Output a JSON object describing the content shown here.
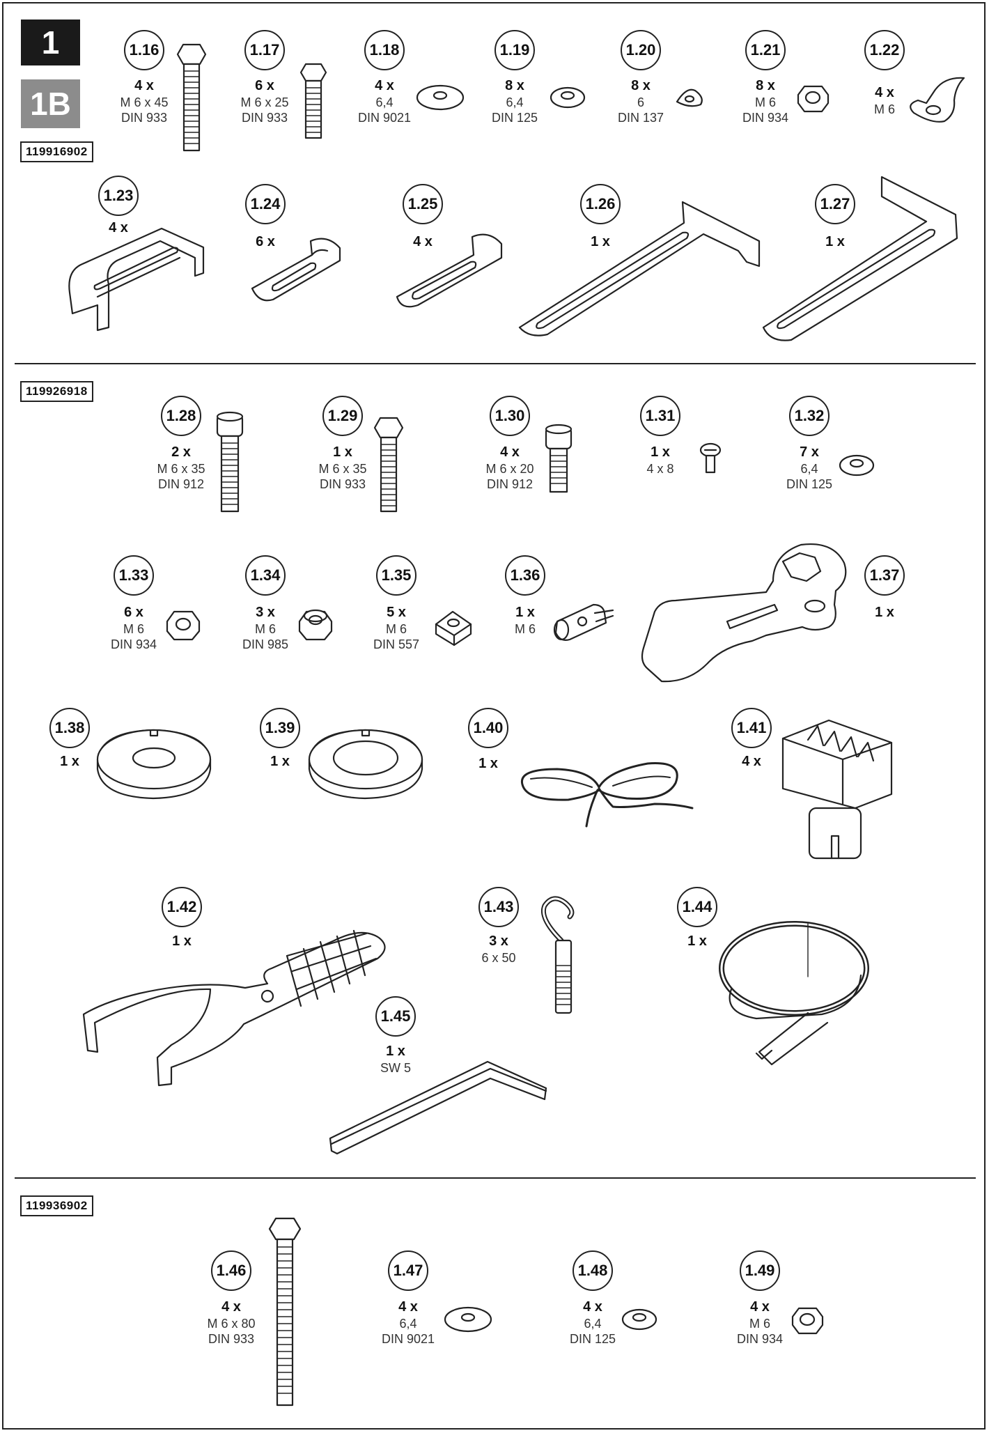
{
  "sheet_labels": {
    "primary": "1",
    "secondary": "1B"
  },
  "sections": [
    {
      "part_number": "119916902"
    },
    {
      "part_number": "119926918"
    },
    {
      "part_number": "119936902"
    }
  ],
  "parts": [
    {
      "id": "1.16",
      "qty": "4 x",
      "spec": [
        "M 6 x 45",
        "DIN 933"
      ]
    },
    {
      "id": "1.17",
      "qty": "6 x",
      "spec": [
        "M 6 x 25",
        "DIN 933"
      ]
    },
    {
      "id": "1.18",
      "qty": "4 x",
      "spec": [
        "6,4",
        "DIN 9021"
      ]
    },
    {
      "id": "1.19",
      "qty": "8 x",
      "spec": [
        "6,4",
        "DIN 125"
      ]
    },
    {
      "id": "1.20",
      "qty": "8 x",
      "spec": [
        "6",
        "DIN 137"
      ]
    },
    {
      "id": "1.21",
      "qty": "8 x",
      "spec": [
        "M 6",
        "DIN 934"
      ]
    },
    {
      "id": "1.22",
      "qty": "4 x",
      "spec": [
        "M 6"
      ]
    },
    {
      "id": "1.23",
      "qty": "4 x",
      "spec": []
    },
    {
      "id": "1.24",
      "qty": "6 x",
      "spec": []
    },
    {
      "id": "1.25",
      "qty": "4 x",
      "spec": []
    },
    {
      "id": "1.26",
      "qty": "1 x",
      "spec": []
    },
    {
      "id": "1.27",
      "qty": "1 x",
      "spec": []
    },
    {
      "id": "1.28",
      "qty": "2 x",
      "spec": [
        "M 6 x 35",
        "DIN 912"
      ]
    },
    {
      "id": "1.29",
      "qty": "1 x",
      "spec": [
        "M 6 x 35",
        "DIN 933"
      ]
    },
    {
      "id": "1.30",
      "qty": "4 x",
      "spec": [
        "M 6 x 20",
        "DIN 912"
      ]
    },
    {
      "id": "1.31",
      "qty": "1 x",
      "spec": [
        "4 x 8"
      ]
    },
    {
      "id": "1.32",
      "qty": "7 x",
      "spec": [
        "6,4",
        "DIN 125"
      ]
    },
    {
      "id": "1.33",
      "qty": "6 x",
      "spec": [
        "M 6",
        "DIN 934"
      ]
    },
    {
      "id": "1.34",
      "qty": "3 x",
      "spec": [
        "M 6",
        "DIN 985"
      ]
    },
    {
      "id": "1.35",
      "qty": "5 x",
      "spec": [
        "M 6",
        "DIN 557"
      ]
    },
    {
      "id": "1.36",
      "qty": "1 x",
      "spec": [
        "M 6"
      ]
    },
    {
      "id": "1.37",
      "qty": "1 x",
      "spec": []
    },
    {
      "id": "1.38",
      "qty": "1 x",
      "spec": []
    },
    {
      "id": "1.39",
      "qty": "1 x",
      "spec": []
    },
    {
      "id": "1.40",
      "qty": "1 x",
      "spec": []
    },
    {
      "id": "1.41",
      "qty": "4 x",
      "spec": []
    },
    {
      "id": "1.42",
      "qty": "1 x",
      "spec": []
    },
    {
      "id": "1.43",
      "qty": "3 x",
      "spec": [
        "6 x 50"
      ]
    },
    {
      "id": "1.44",
      "qty": "1 x",
      "spec": []
    },
    {
      "id": "1.45",
      "qty": "1 x",
      "spec": [
        "SW 5"
      ]
    },
    {
      "id": "1.46",
      "qty": "4 x",
      "spec": [
        "M 6 x 80",
        "DIN 933"
      ]
    },
    {
      "id": "1.47",
      "qty": "4 x",
      "spec": [
        "6,4",
        "DIN 9021"
      ]
    },
    {
      "id": "1.48",
      "qty": "4 x",
      "spec": [
        "6,4",
        "DIN 125"
      ]
    },
    {
      "id": "1.49",
      "qty": "4 x",
      "spec": [
        "M 6",
        "DIN 934"
      ]
    }
  ]
}
